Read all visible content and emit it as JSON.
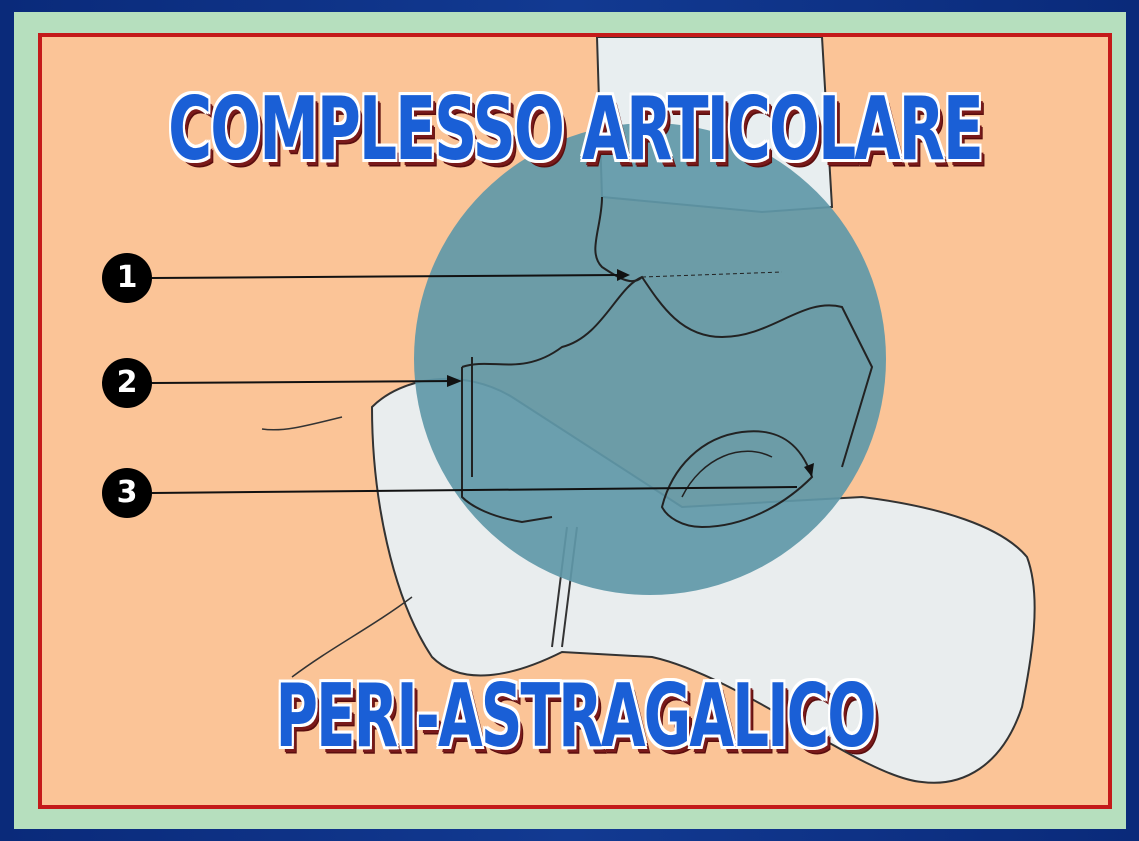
{
  "title_top": "COMPLESSO ARTICOLARE",
  "title_bottom": "PERI-ASTRAGALICO",
  "markers": [
    {
      "label": "1"
    },
    {
      "label": "2"
    },
    {
      "label": "3"
    }
  ],
  "colors": {
    "background": "#0a2a7a",
    "mat": "#b6dfbe",
    "panel": "#fbc497",
    "border": "#c41a1a",
    "highlight": "#5f98a8",
    "title": "#1a5fd6"
  }
}
